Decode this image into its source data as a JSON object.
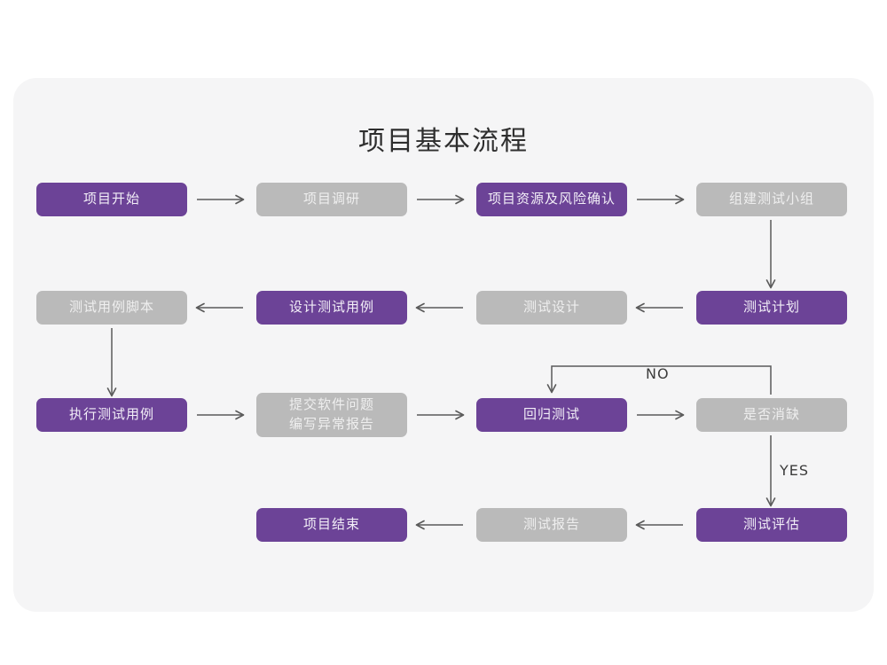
{
  "title": "项目基本流程",
  "colors": {
    "accent_purple": "#6c4397",
    "muted_gray": "#bababa",
    "card_bg": "#f5f5f6",
    "page_bg": "#ffffff",
    "connector": "#5a5a5a",
    "title_text": "#2e2e2e"
  },
  "nodes": [
    {
      "id": "n1",
      "label": "项目开始",
      "style": "purple"
    },
    {
      "id": "n2",
      "label": "项目调研",
      "style": "gray"
    },
    {
      "id": "n3",
      "label": "项目资源及风险确认",
      "style": "purple"
    },
    {
      "id": "n4",
      "label": "组建测试小组",
      "style": "gray"
    },
    {
      "id": "n5",
      "label": "测试计划",
      "style": "purple"
    },
    {
      "id": "n6",
      "label": "测试设计",
      "style": "gray"
    },
    {
      "id": "n7",
      "label": "设计测试用例",
      "style": "purple"
    },
    {
      "id": "n8",
      "label": "测试用例脚本",
      "style": "gray"
    },
    {
      "id": "n9",
      "label": "执行测试用例",
      "style": "purple"
    },
    {
      "id": "n10",
      "label": "提交软件问题\n编写异常报告",
      "style": "gray"
    },
    {
      "id": "n11",
      "label": "回归测试",
      "style": "purple"
    },
    {
      "id": "n12",
      "label": "是否消缺",
      "style": "gray"
    },
    {
      "id": "n13",
      "label": "测试评估",
      "style": "purple"
    },
    {
      "id": "n14",
      "label": "测试报告",
      "style": "gray"
    },
    {
      "id": "n15",
      "label": "项目结束",
      "style": "purple"
    }
  ],
  "edge_labels": {
    "no": "NO",
    "yes": "YES"
  }
}
